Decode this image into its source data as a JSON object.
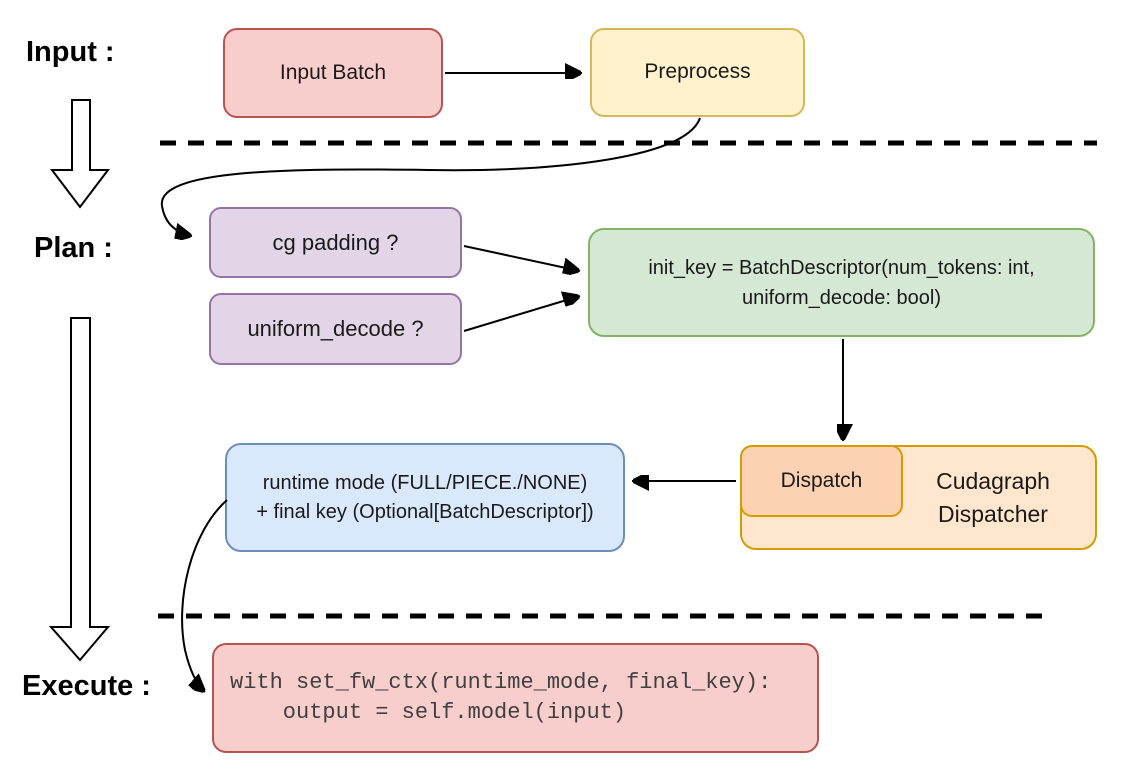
{
  "stages": {
    "input_label": "Input :",
    "plan_label": "Plan :",
    "execute_label": "Execute :"
  },
  "nodes": {
    "input_batch": {
      "label": "Input Batch"
    },
    "preprocess": {
      "label": "Preprocess"
    },
    "cg_padding": {
      "label": "cg padding ?"
    },
    "uniform_decode": {
      "label": "uniform_decode ?"
    },
    "init_key": {
      "line1": "init_key = BatchDescriptor(num_tokens: int,",
      "line2": "uniform_decode: bool)"
    },
    "dispatch": {
      "label": "Dispatch"
    },
    "cudagraph_dispatcher": {
      "line1": "Cudagraph",
      "line2": "Dispatcher"
    },
    "runtime_mode": {
      "line1": "runtime mode (FULL/PIECE./NONE)",
      "line2": "+ final key (Optional[BatchDescriptor])"
    },
    "execute_code": {
      "line1": "with set_fw_ctx(runtime_mode, final_key):",
      "line2": "    output = self.model(input)"
    }
  },
  "colors": {
    "red_fill": "#f8cecc",
    "red_border": "#b85450",
    "yellow_fill": "#fff2cc",
    "yellow_border": "#d6b656",
    "purple_fill": "#e1d5e7",
    "purple_border": "#9673a6",
    "green_fill": "#d5e8d4",
    "green_border": "#82b366",
    "orange_fill": "#ffe6cc",
    "orange_border": "#d79b00",
    "dispatch_fill": "#fcd2b3",
    "blue_fill": "#dae8fc",
    "blue_border": "#6c8ebf",
    "line_color": "#000000"
  }
}
